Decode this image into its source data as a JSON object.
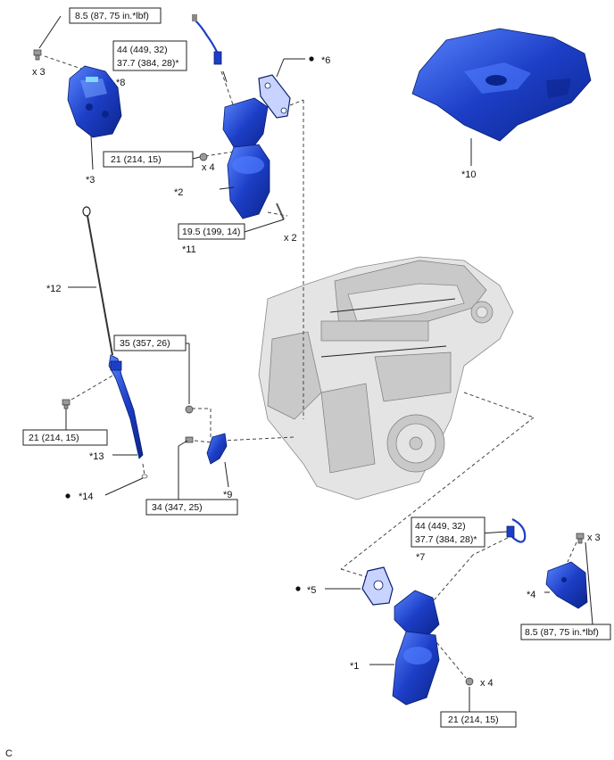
{
  "callouts": {
    "torque_8_5_top": "8.5 (87, 75 in.*lbf)",
    "torque_44_top_line1": "44 (449, 32)",
    "torque_44_top_line2": "37.7 (384, 28)*",
    "torque_21_top": "21 (214, 15)",
    "torque_19_5": "19.5 (199, 14)",
    "torque_35": "35 (357, 26)",
    "torque_21_left": "21 (214, 15)",
    "torque_34": "34 (347, 25)",
    "torque_44_bottom_line1": "44 (449, 32)",
    "torque_44_bottom_line2": "37.7 (384, 28)*",
    "torque_8_5_bottom": "8.5 (87, 75 in.*lbf)",
    "torque_21_bottom": "21 (214, 15)"
  },
  "quantities": {
    "x3_top": "x 3",
    "x4_top": "x 4",
    "x2": "x 2",
    "x3_bottom": "x 3",
    "x4_bottom": "x 4"
  },
  "part_labels": {
    "p1": "*1",
    "p2": "*2",
    "p3": "*3",
    "p4": "*4",
    "p5": "*5",
    "p6": "*6",
    "p7": "*7",
    "p8": "*8",
    "p9": "*9",
    "p10": "*10",
    "p11": "*11",
    "p12": "*12",
    "p13": "*13",
    "p14": "*14"
  },
  "corner_code": "C",
  "colors": {
    "part_blue": "#1d3fc7",
    "part_blue_light": "#4f7bff",
    "engine_gray": "#e4e4e4"
  }
}
